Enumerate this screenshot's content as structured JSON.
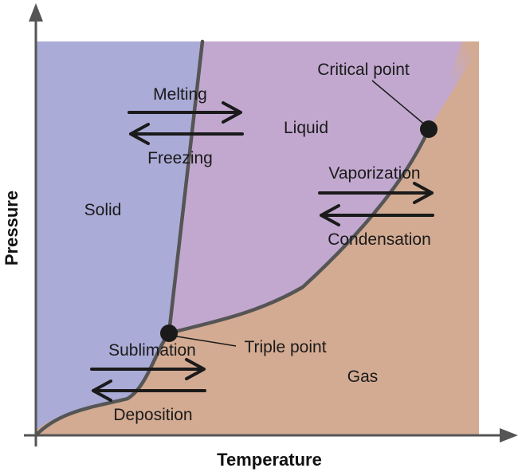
{
  "axes": {
    "x_title": "Temperature",
    "y_title": "Pressure"
  },
  "regions": {
    "solid": "Solid",
    "liquid": "Liquid",
    "gas": "Gas"
  },
  "points": {
    "triple": "Triple point",
    "critical": "Critical point"
  },
  "transitions": {
    "melting": "Melting",
    "freezing": "Freezing",
    "vaporization": "Vaporization",
    "condensation": "Condensation",
    "sublimation": "Sublimation",
    "deposition": "Deposition"
  },
  "colors": {
    "solid_region": "#ABABD8",
    "liquid_region": "#C2A8CF",
    "gas_region": "#D3AB92",
    "curve": "#555555",
    "arrow": "#1a1a1a",
    "axis": "#555555"
  }
}
